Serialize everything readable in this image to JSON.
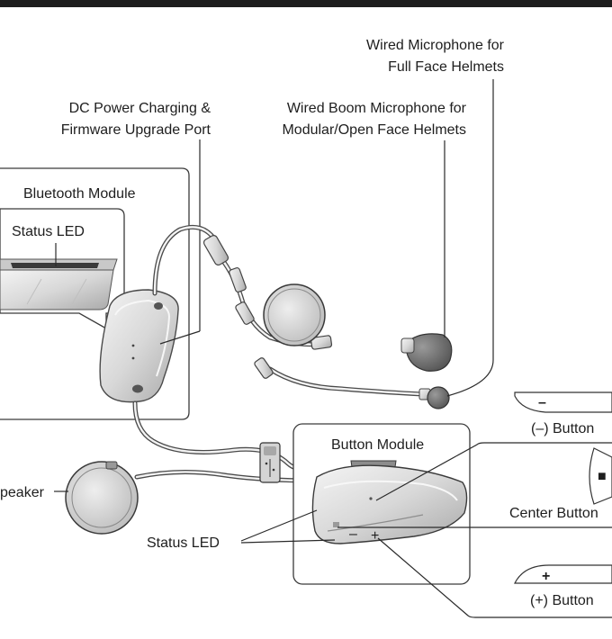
{
  "labels": {
    "wired_mic": [
      "Wired Microphone for",
      "Full Face Helmets"
    ],
    "dc_port": [
      "DC Power Charging &",
      "Firmware Upgrade Port"
    ],
    "boom_mic": [
      "Wired Boom Microphone for",
      "Modular/Open Face Helmets"
    ],
    "bluetooth_module": "Bluetooth Module",
    "status_led_top": "Status LED",
    "button_module": "Button Module",
    "speaker": "peaker",
    "status_led_bottom": "Status LED",
    "minus_button": "(–) Button",
    "center_button": "Center Button",
    "plus_button": "(+) Button"
  },
  "glyphs": {
    "minus": "–",
    "plus": "+",
    "center": "■"
  }
}
